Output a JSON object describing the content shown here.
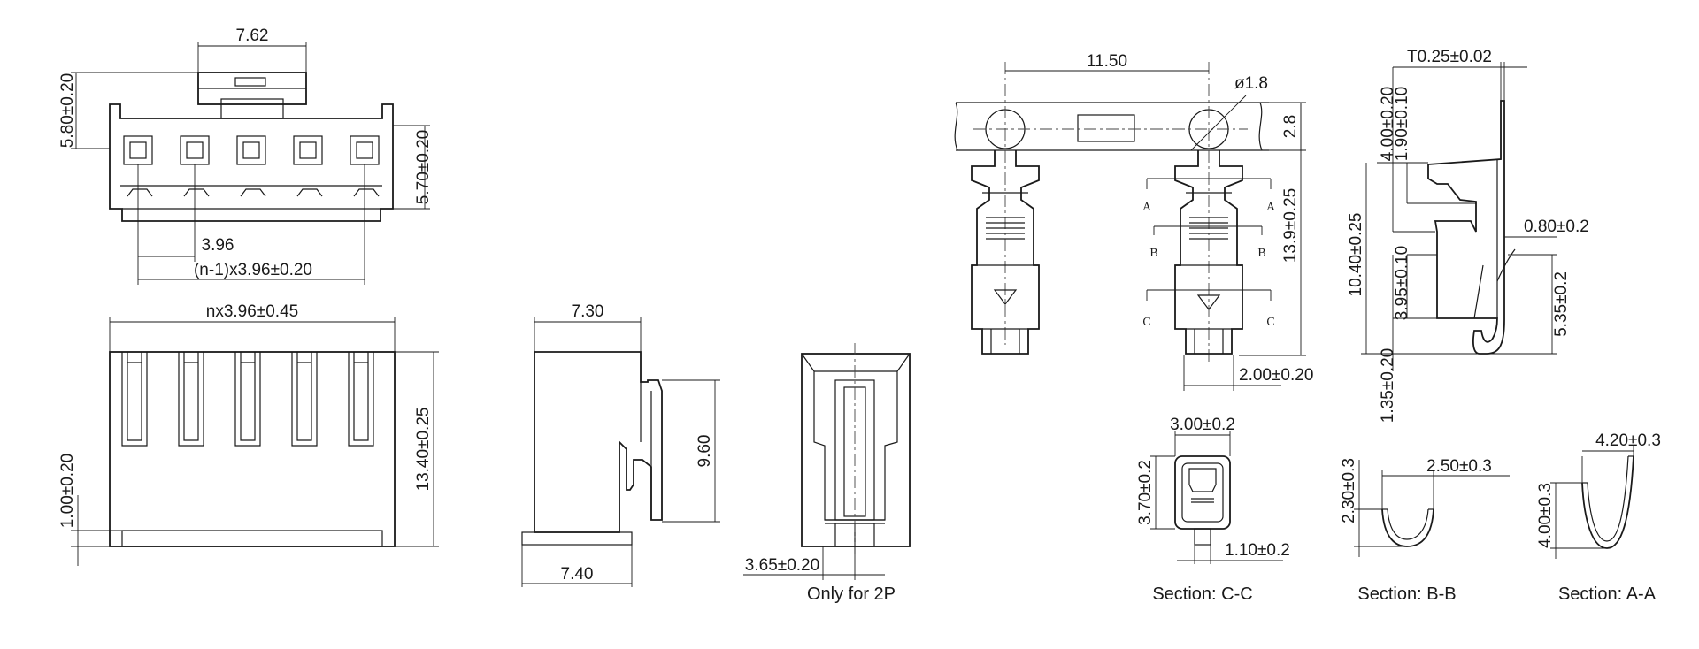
{
  "dimensions": {
    "housing_top_pitch": "7.62",
    "housing_top_height": "5.80±0.20",
    "housing_top_depth": "5.70±0.20",
    "housing_pitch": "3.96",
    "housing_span": "(n-1)x3.96±0.20",
    "housing_width": "nx3.96±0.45",
    "housing_bottom_height": "1.00±0.20",
    "housing_height": "13.40±0.25",
    "side_top_width": "7.30",
    "side_latch_height": "9.60",
    "side_bottom_width": "7.40",
    "twop_offset": "3.65±0.20",
    "reel_pitch": "11.50",
    "reel_hole_dia": "ø1.8",
    "reel_strip_height": "2.8",
    "terminal_length": "13.9±0.25",
    "terminal_tip_width": "2.00±0.20",
    "profile_thickness": "T0.25±0.02",
    "profile_top_a": "4.00±0.20",
    "profile_top_b": "1.90±0.10",
    "profile_total": "10.40±0.25",
    "profile_spring": "0.80±0.2",
    "profile_mid": "3.95±0.10",
    "profile_body": "5.35±0.2",
    "profile_bottom": "1.35±0.20",
    "cc_width": "3.00±0.2",
    "cc_height": "3.70±0.2",
    "cc_tab": "1.10±0.2",
    "bb_height": "2.30±0.3",
    "bb_width": "2.50±0.3",
    "aa_width": "4.20±0.3",
    "aa_height": "4.00±0.3"
  },
  "section_marks": {
    "a": "A",
    "b": "B",
    "c": "C"
  },
  "captions": {
    "only_2p": "Only for 2P",
    "section_cc": "Section: C-C",
    "section_bb": "Section: B-B",
    "section_aa": "Section: A-A"
  }
}
